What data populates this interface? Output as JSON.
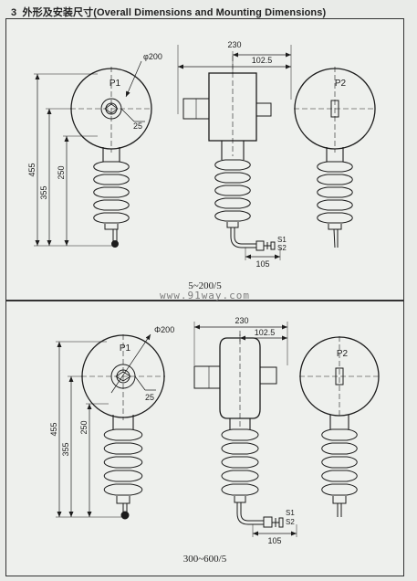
{
  "header": {
    "section_number": "3",
    "title": "外形及安装尺寸(Overall Dimensions and Mounting Dimensions)"
  },
  "watermark": "www.91way.com",
  "panels": [
    {
      "range": "5~200/5",
      "labels": {
        "p1": "P1",
        "p2": "P2",
        "s1": "S1",
        "s2": "S2",
        "phi": "φ200",
        "d230": "230",
        "d102_5": "102.5",
        "d25": "25",
        "d455": "455",
        "d355": "355",
        "d250": "250",
        "d105": "105"
      }
    },
    {
      "range": "300~600/5",
      "labels": {
        "p1": "P1",
        "p2": "P2",
        "s1": "S1",
        "s2": "S2",
        "phi": "Φ200",
        "d230": "230",
        "d102_5": "102.5",
        "d25": "25",
        "d455": "455",
        "d355": "355",
        "d250": "250",
        "d105": "105"
      }
    }
  ],
  "colors": {
    "line": "#1c1c1c",
    "background": "#e9ebe8",
    "panel": "#eef0ed"
  }
}
